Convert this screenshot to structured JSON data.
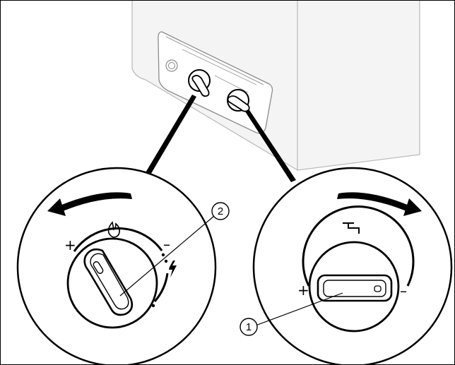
{
  "figure": {
    "colors": {
      "line": "#000000",
      "appliance_fill": "#f4f4f4",
      "appliance_stroke": "#b8b8b8",
      "panel_stroke": "#8c8c8c",
      "background": "#ffffff"
    },
    "left_dial": {
      "symbols": {
        "plus": "+",
        "minus": "–",
        "flame": "flame-icon",
        "power": "lightning-icon"
      },
      "rotation_direction": "counter-clockwise",
      "callout": {
        "number": "2"
      }
    },
    "right_dial": {
      "symbols": {
        "plus": "+",
        "minus": "–",
        "tap": "tap-icon"
      },
      "rotation_direction": "clockwise",
      "callout": {
        "number": "1"
      }
    }
  }
}
